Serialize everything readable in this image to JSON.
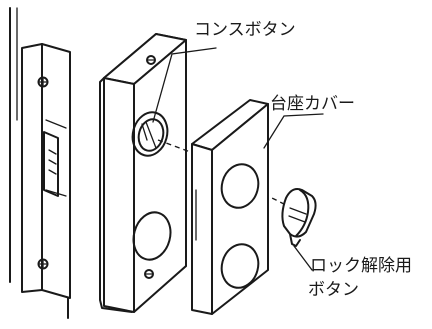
{
  "labels": {
    "cons_button": "コンスボタン",
    "base_cover": "台座カバー",
    "lock_release_line1": "ロック解除用",
    "lock_release_line2": "ボタン"
  }
}
